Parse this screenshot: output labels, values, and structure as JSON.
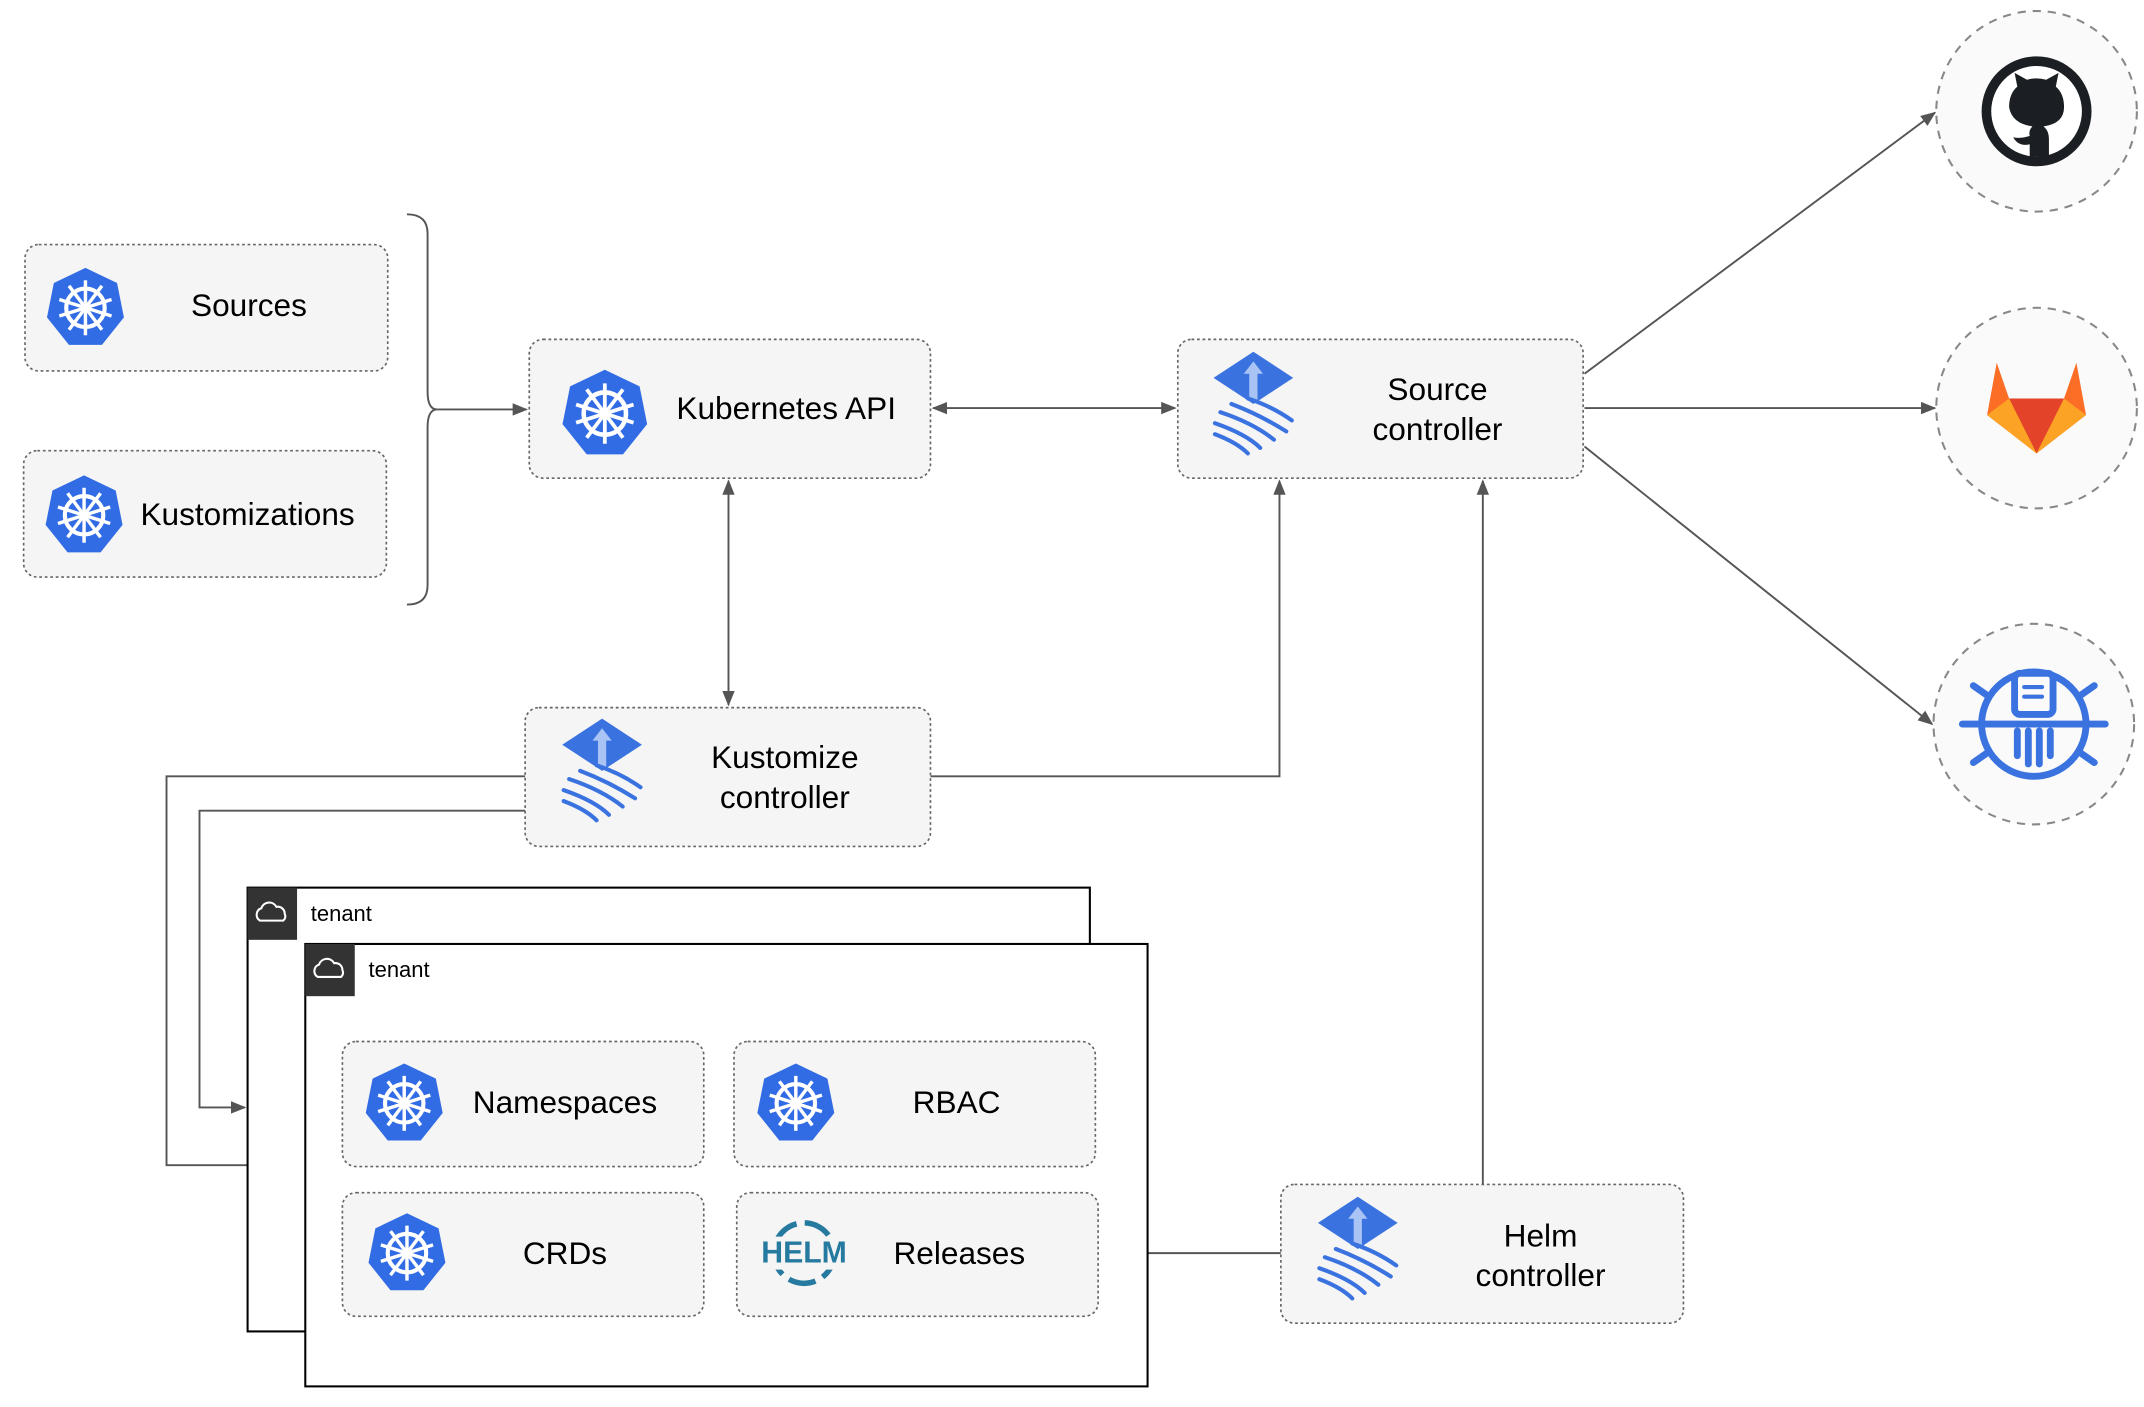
{
  "nodes": {
    "sources": "Sources",
    "kustomizations": "Kustomizations",
    "kubernetes_api": "Kubernetes API",
    "source_controller": [
      "Source",
      "controller"
    ],
    "kustomize_controller": [
      "Kustomize",
      "controller"
    ],
    "helm_controller": [
      "Helm",
      "controller"
    ],
    "namespaces": "Namespaces",
    "rbac": "RBAC",
    "crds": "CRDs",
    "releases": "Releases"
  },
  "tenants": [
    "tenant",
    "tenant"
  ],
  "helm_logo_text": "HELM",
  "external_sources": [
    "github-icon",
    "gitlab-icon",
    "bucket-icon"
  ],
  "colors": {
    "k8s_blue": "#326ce5",
    "flux_blue": "#3a73e0",
    "helm_blue": "#277a9f",
    "gitlab_orange": "#e24329",
    "github_dark": "#1b1f23"
  }
}
